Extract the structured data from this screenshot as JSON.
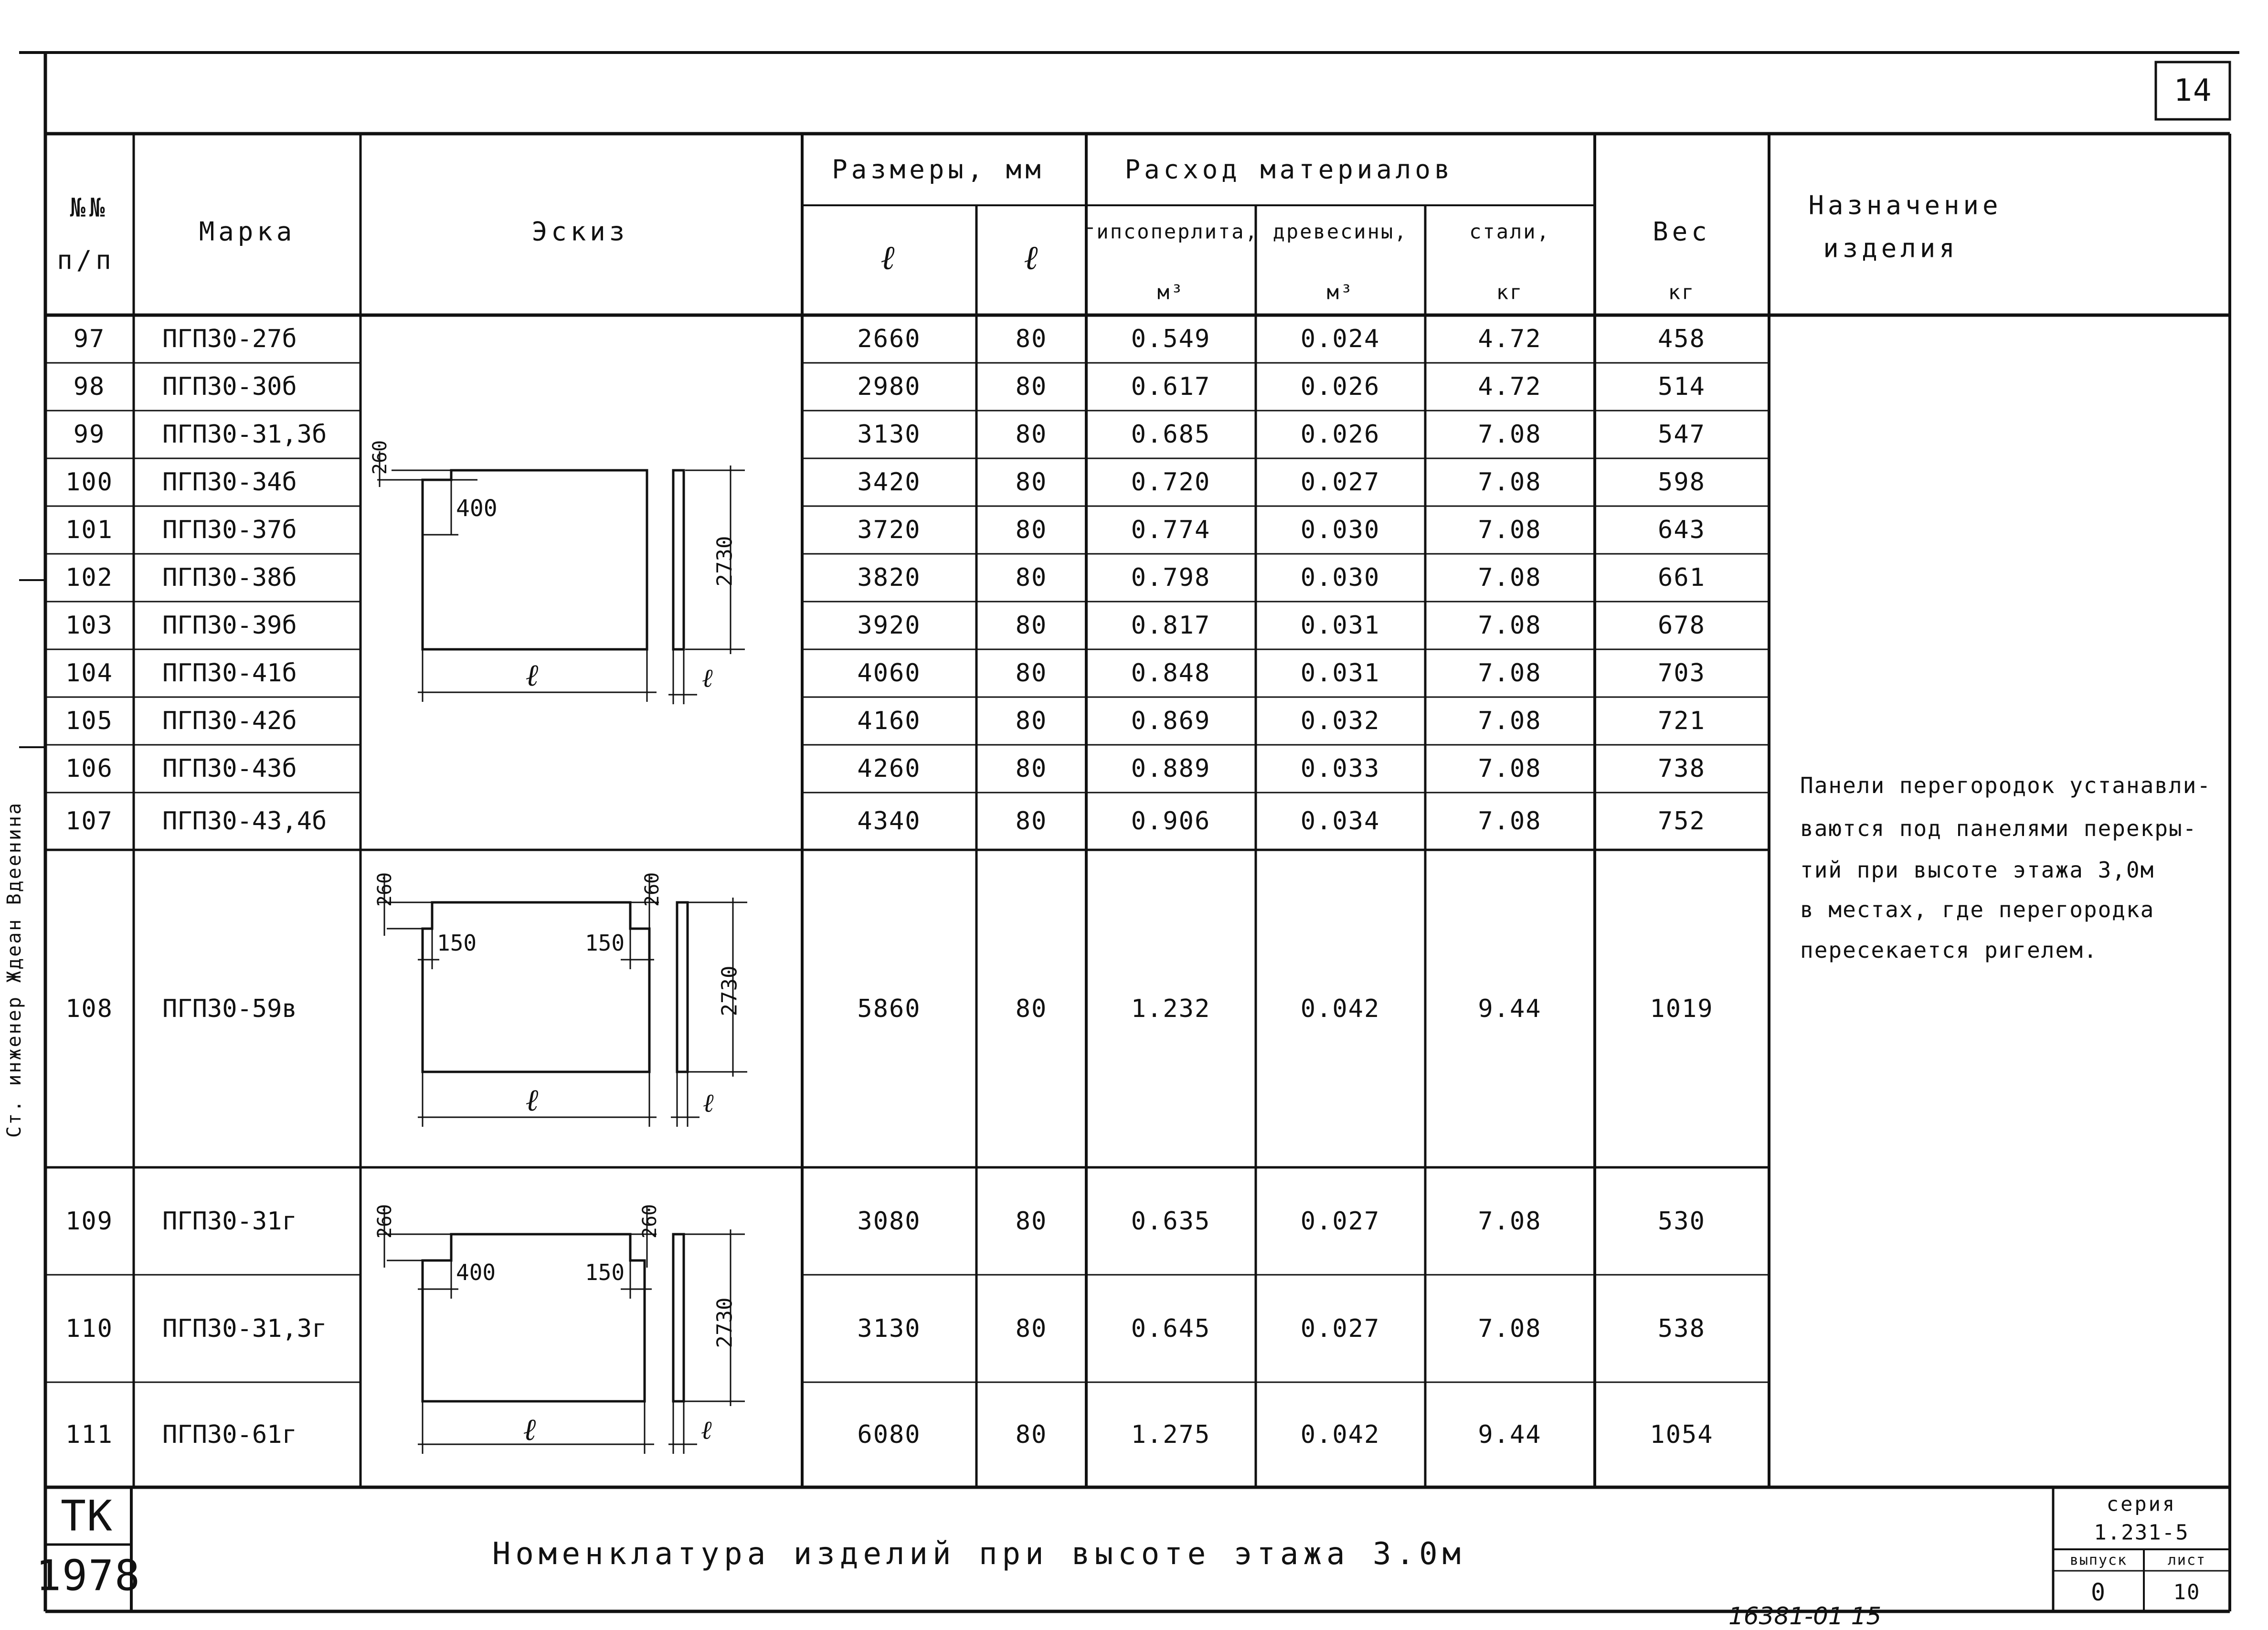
{
  "sheet_number": "14",
  "header": {
    "num": [
      "№№",
      "п/п"
    ],
    "mark": "Марка",
    "sketch": "Эскиз",
    "sizes": "Размеры, мм",
    "size_l": "ℓ",
    "size_b": "ℓ",
    "materials": "Расход материалов",
    "gypsum": "гипсоперлита,",
    "gypsum_unit": "м³",
    "wood": "древесины,",
    "wood_unit": "м³",
    "steel": "стали,",
    "steel_unit": "кг",
    "weight": "Вес",
    "weight_unit": "кг",
    "purpose": [
      "Назначение",
      "изделия"
    ]
  },
  "rows": [
    {
      "n": "97",
      "mark": "ПГП30-27б",
      "l": "2660",
      "b": "80",
      "gypsum": "0.549",
      "wood": "0.024",
      "steel": "4.72",
      "weight": "458"
    },
    {
      "n": "98",
      "mark": "ПГП30-30б",
      "l": "2980",
      "b": "80",
      "gypsum": "0.617",
      "wood": "0.026",
      "steel": "4.72",
      "weight": "514"
    },
    {
      "n": "99",
      "mark": "ПГП30-31,3б",
      "l": "3130",
      "b": "80",
      "gypsum": "0.685",
      "wood": "0.026",
      "steel": "7.08",
      "weight": "547"
    },
    {
      "n": "100",
      "mark": "ПГП30-34б",
      "l": "3420",
      "b": "80",
      "gypsum": "0.720",
      "wood": "0.027",
      "steel": "7.08",
      "weight": "598"
    },
    {
      "n": "101",
      "mark": "ПГП30-37б",
      "l": "3720",
      "b": "80",
      "gypsum": "0.774",
      "wood": "0.030",
      "steel": "7.08",
      "weight": "643"
    },
    {
      "n": "102",
      "mark": "ПГП30-38б",
      "l": "3820",
      "b": "80",
      "gypsum": "0.798",
      "wood": "0.030",
      "steel": "7.08",
      "weight": "661"
    },
    {
      "n": "103",
      "mark": "ПГП30-39б",
      "l": "3920",
      "b": "80",
      "gypsum": "0.817",
      "wood": "0.031",
      "steel": "7.08",
      "weight": "678"
    },
    {
      "n": "104",
      "mark": "ПГП30-41б",
      "l": "4060",
      "b": "80",
      "gypsum": "0.848",
      "wood": "0.031",
      "steel": "7.08",
      "weight": "703"
    },
    {
      "n": "105",
      "mark": "ПГП30-42б",
      "l": "4160",
      "b": "80",
      "gypsum": "0.869",
      "wood": "0.032",
      "steel": "7.08",
      "weight": "721"
    },
    {
      "n": "106",
      "mark": "ПГП30-43б",
      "l": "4260",
      "b": "80",
      "gypsum": "0.889",
      "wood": "0.033",
      "steel": "7.08",
      "weight": "738"
    },
    {
      "n": "107",
      "mark": "ПГП30-43,4б",
      "l": "4340",
      "b": "80",
      "gypsum": "0.906",
      "wood": "0.034",
      "steel": "7.08",
      "weight": "752"
    },
    {
      "n": "108",
      "mark": "ПГП30-59в",
      "l": "5860",
      "b": "80",
      "gypsum": "1.232",
      "wood": "0.042",
      "steel": "9.44",
      "weight": "1019"
    },
    {
      "n": "109",
      "mark": "ПГП30-31г",
      "l": "3080",
      "b": "80",
      "gypsum": "0.635",
      "wood": "0.027",
      "steel": "7.08",
      "weight": "530"
    },
    {
      "n": "110",
      "mark": "ПГП30-31,3г",
      "l": "3130",
      "b": "80",
      "gypsum": "0.645",
      "wood": "0.027",
      "steel": "7.08",
      "weight": "538"
    },
    {
      "n": "111",
      "mark": "ПГП30-61г",
      "l": "6080",
      "b": "80",
      "gypsum": "1.275",
      "wood": "0.042",
      "steel": "9.44",
      "weight": "1054"
    }
  ],
  "purpose_text": [
    "Панели перегородок устанавли-",
    "ваются под панелями перекры-",
    "тий при высоте этажа 3,0м",
    "в местах, где перегородка",
    "пересекается ригелем."
  ],
  "sketches": {
    "s1": {
      "top_dim": "260",
      "offset": "400",
      "height": "2730",
      "length": "ℓ",
      "thickness": "ℓ"
    },
    "s2": {
      "left_top": "260",
      "right_top": "260",
      "left_off": "150",
      "right_off": "150",
      "height": "2730",
      "length": "ℓ",
      "thickness": "ℓ"
    },
    "s3": {
      "left_top": "260",
      "right_top": "260",
      "left_off": "400",
      "right_off": "150",
      "height": "2730",
      "length": "ℓ",
      "thickness": "ℓ"
    }
  },
  "title_block": {
    "org": "ТК",
    "year": "1978",
    "title": "Номенклатура изделий при высоте этажа 3.0м",
    "series_label": "серия",
    "series_value": "1.231-5",
    "issue_label": "выпуск",
    "issue_value": "0",
    "sheet_label": "лист",
    "sheet_value": "10"
  },
  "margin_text": "Ст. инженер  Ждеан  Вдеенина",
  "footer_note": "16381-01   15"
}
